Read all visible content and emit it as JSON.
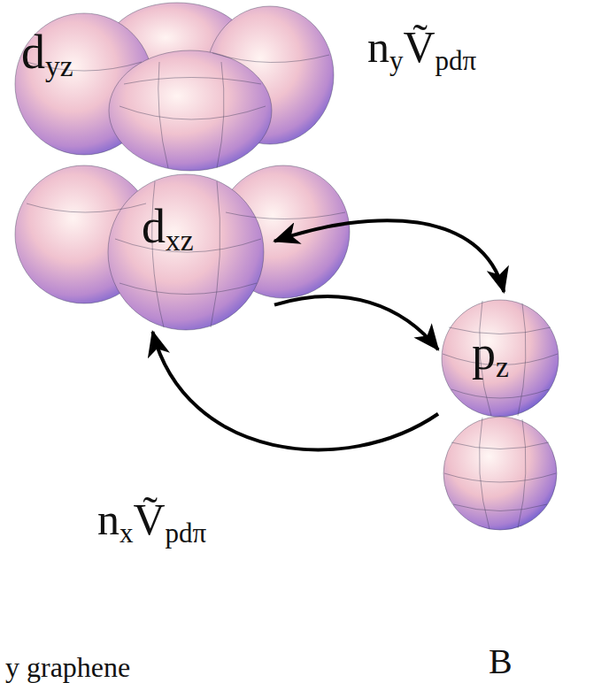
{
  "diagram": {
    "nodes": [
      {
        "text": [
          "dyz"
        ]
      },
      {
        "text": [
          "dxz"
        ]
      },
      {
        "text": [
          "pz"
        ]
      }
    ],
    "edges": [
      {
        "from": 1,
        "to": 2,
        "arrow": "both",
        "label": "nyṼpdπ"
      },
      {
        "from": 1,
        "to": 2,
        "arrow": "to"
      },
      {
        "from": 2,
        "to": 1,
        "arrow": "to",
        "label": "nxṼpdπ"
      }
    ],
    "labels": [
      "B",
      "y graphene"
    ]
  }
}
